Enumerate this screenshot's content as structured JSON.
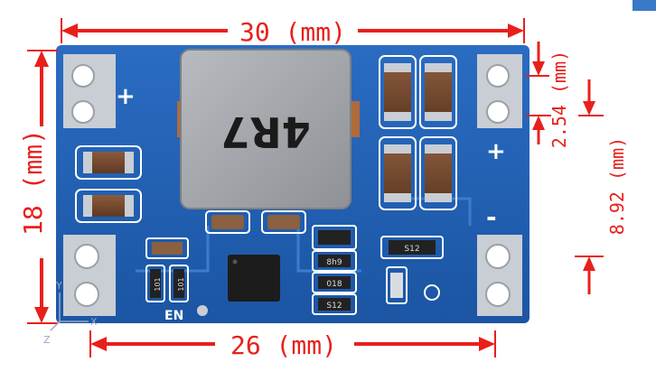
{
  "dimensions": {
    "width_label": "30 (mm)",
    "height_label": "18 (mm)",
    "mount_label": "26 (mm)",
    "pitch_label": "2.54 (mm)",
    "offset_label": "8.92 (mm)"
  },
  "board": {
    "inductor_marking": "4R7",
    "plus_symbol": "+",
    "minus_symbol": "-",
    "enable_label": "EN",
    "chip_labels": [
      "8h9",
      "018",
      "S12",
      "S12",
      "101",
      "101"
    ]
  },
  "axes": {
    "z": "Z",
    "y": "Y",
    "x": "X"
  },
  "colors": {
    "pcb": "#1f5fb4",
    "dimension": "#e8201c",
    "inductor": "#a9acb0",
    "pad": "#c9ced4"
  }
}
